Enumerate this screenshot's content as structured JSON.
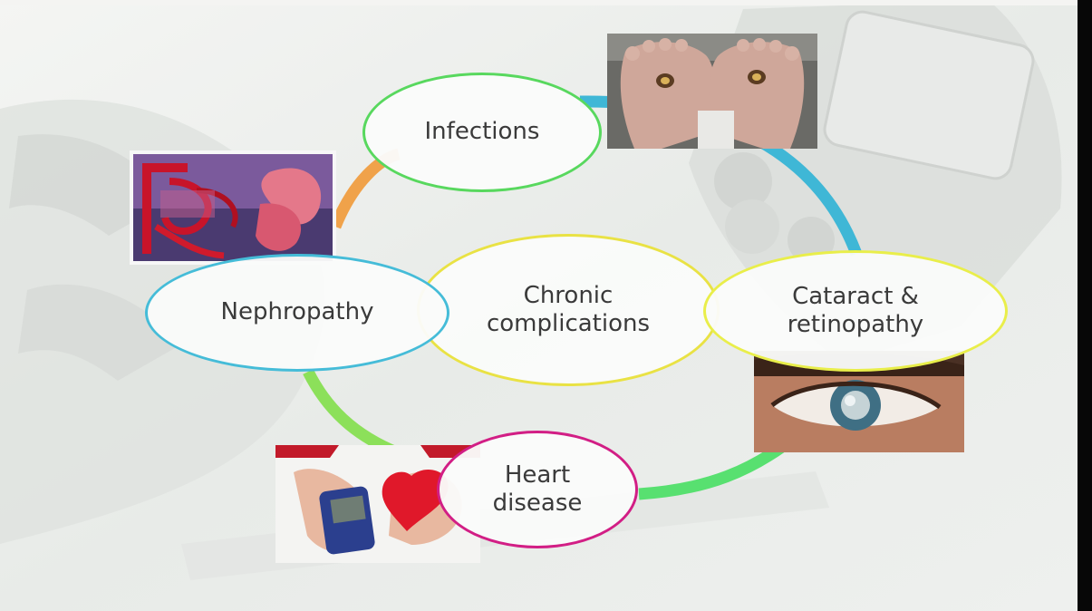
{
  "diagram": {
    "center": {
      "lines": [
        "Chronic",
        "complications"
      ]
    },
    "nodes": {
      "infections": {
        "lines": [
          "Infections"
        ]
      },
      "nephropathy": {
        "lines": [
          "Nephropathy"
        ]
      },
      "cataract": {
        "lines": [
          "Cataract &",
          "retinopathy"
        ]
      },
      "heart": {
        "lines": [
          "Heart",
          "disease"
        ]
      }
    },
    "ring_colors": {
      "top_left": "#f0a24a",
      "top_right": "#3fb7d6",
      "bottom_right": "#58e070",
      "bottom_left": "#8ce05a"
    },
    "border_colors": {
      "center": "#e9e244",
      "infections": "#58d85e",
      "nephropathy": "#45bcd8",
      "cataract": "#e9ee4a",
      "heart": "#d21e85"
    }
  }
}
